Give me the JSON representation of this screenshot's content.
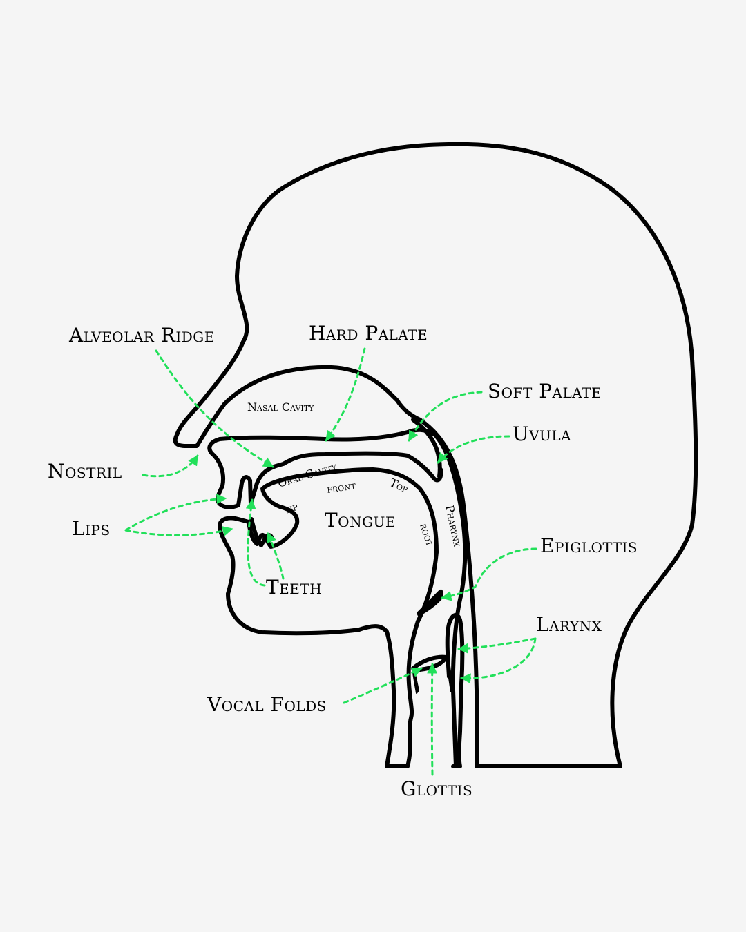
{
  "colors": {
    "background": "#f5f5f5",
    "outline": "#000000",
    "leader": "#22e05a"
  },
  "labels": {
    "alveolar_ridge": "Alveolar Ridge",
    "hard_palate": "Hard Palate",
    "soft_palate": "Soft Palate",
    "uvula": "Uvula",
    "nostril": "Nostril",
    "lips": "Lips",
    "teeth": "Teeth",
    "epiglottis": "Epiglottis",
    "larynx": "Larynx",
    "vocal_folds": "Vocal Folds",
    "glottis": "Glottis",
    "tongue": "Tongue"
  },
  "inner_labels": {
    "nasal_cavity": "Nasal Cavity",
    "oral_cavity": "Oral Cavity",
    "tip": "tip",
    "front": "front",
    "top": "Top",
    "root": "root",
    "pharynx": "Pharynx"
  }
}
